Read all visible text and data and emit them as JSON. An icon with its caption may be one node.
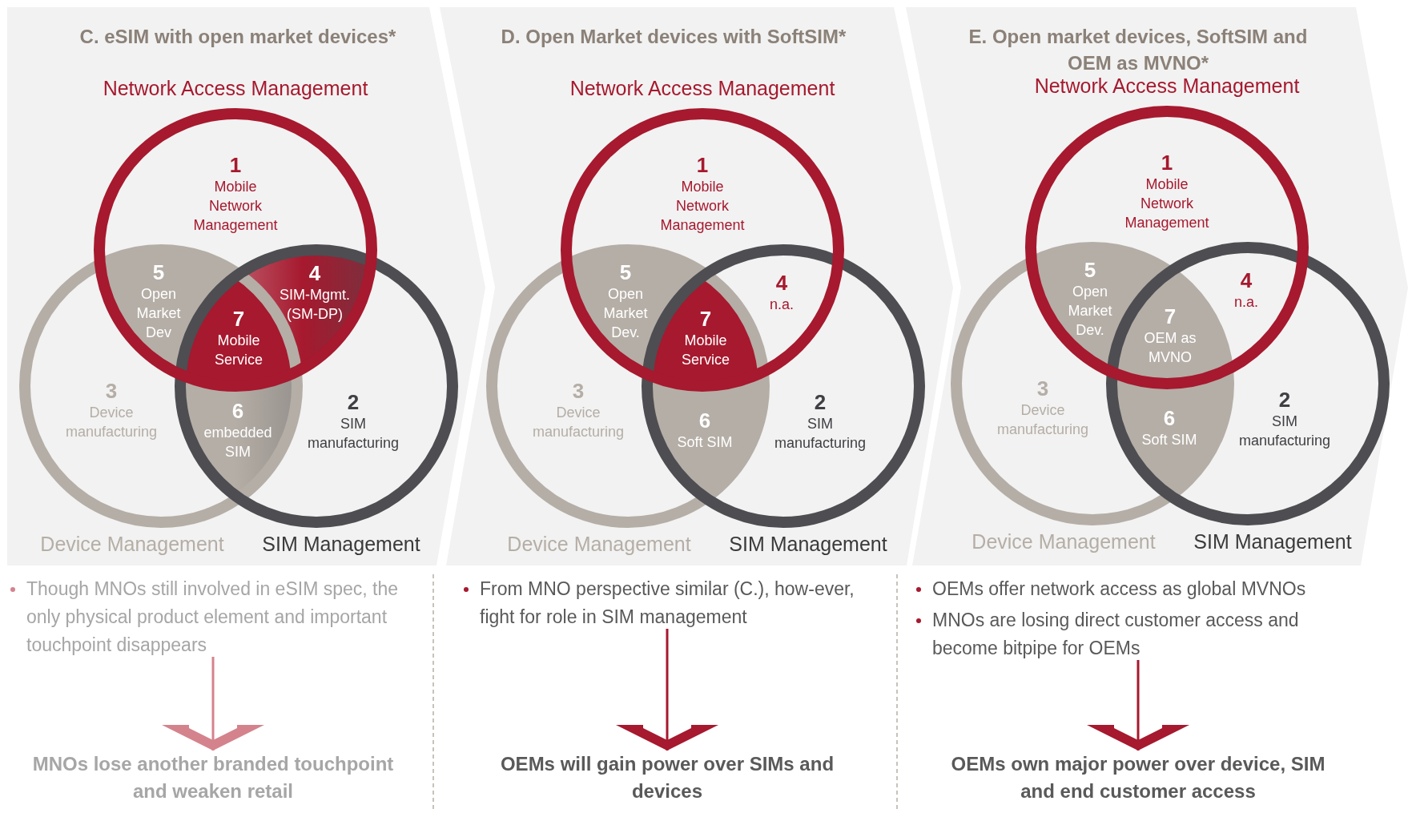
{
  "diagram": {
    "nodes": [
      {
        "text": [
          "C. eSIM with open market devices*"
        ]
      },
      {
        "text": [
          "Network Access Management"
        ],
        "in": 0
      },
      {
        "text": [
          "Device Management"
        ],
        "in": 0
      },
      {
        "text": [
          "SIM Management"
        ],
        "in": 0
      },
      {
        "text": [
          "1",
          "Mobile Network Management"
        ],
        "in": 1
      },
      {
        "text": [
          "5",
          "Open Market Dev"
        ]
      },
      {
        "text": [
          "4",
          "SIM-Mgmt. (SM-DP)"
        ]
      },
      {
        "text": [
          "7",
          "Mobile Service"
        ]
      },
      {
        "text": [
          "3",
          "Device manufacturing"
        ],
        "in": 2
      },
      {
        "text": [
          "6",
          "embedded SIM"
        ]
      },
      {
        "text": [
          "2",
          "SIM manufacturing"
        ],
        "in": 3
      },
      {
        "text": [
          "Though MNOs still involved in eSIM spec, the only physical product element and important touchpoint disappears"
        ]
      },
      {
        "text": [
          "MNOs lose another branded touchpoint and weaken retail"
        ]
      },
      {
        "text": [
          "D. Open Market devices with SoftSIM*"
        ]
      },
      {
        "text": [
          "Network Access Management"
        ],
        "in": 13
      },
      {
        "text": [
          "Device Management"
        ],
        "in": 13
      },
      {
        "text": [
          "SIM Management"
        ],
        "in": 13
      },
      {
        "text": [
          "1",
          "Mobile Network Management"
        ],
        "in": 14
      },
      {
        "text": [
          "5",
          "Open Market Dev."
        ]
      },
      {
        "text": [
          "4",
          "n.a."
        ]
      },
      {
        "text": [
          "7",
          "Mobile Service"
        ]
      },
      {
        "text": [
          "3",
          "Device manufacturing"
        ],
        "in": 15
      },
      {
        "text": [
          "6",
          "Soft SIM"
        ]
      },
      {
        "text": [
          "2",
          "SIM manufacturing"
        ],
        "in": 16
      },
      {
        "text": [
          "From MNO perspective similar (C.), how-ever, fight for role in SIM management"
        ]
      },
      {
        "text": [
          "OEMs will gain power over SIMs and devices"
        ]
      },
      {
        "text": [
          "E. Open market devices, SoftSIM and OEM as MVNO*"
        ]
      },
      {
        "text": [
          "Network Access Management"
        ],
        "in": 26
      },
      {
        "text": [
          "Device Management"
        ],
        "in": 26
      },
      {
        "text": [
          "SIM Management"
        ],
        "in": 26
      },
      {
        "text": [
          "1",
          "Mobile Network Management"
        ],
        "in": 27
      },
      {
        "text": [
          "5",
          "Open Market Dev."
        ]
      },
      {
        "text": [
          "4",
          "n.a."
        ]
      },
      {
        "text": [
          "7",
          "OEM as MVNO"
        ]
      },
      {
        "text": [
          "3",
          "Device manufacturing"
        ],
        "in": 28
      },
      {
        "text": [
          "6",
          "Soft SIM"
        ]
      },
      {
        "text": [
          "2",
          "SIM manufacturing"
        ],
        "in": 29
      },
      {
        "text": [
          "OEMs offer network access as global MVNOs",
          "MNOs are losing direct customer access and become bitpipe for OEMs"
        ]
      },
      {
        "text": [
          "OEMs own major power over device, SIM and end customer access"
        ]
      }
    ],
    "edges": [
      {
        "from": 11,
        "to": 12,
        "arrow": "to",
        "color": "#d4838d"
      },
      {
        "from": 24,
        "to": 25,
        "arrow": "to"
      },
      {
        "from": 37,
        "to": 38,
        "arrow": "to"
      }
    ]
  }
}
